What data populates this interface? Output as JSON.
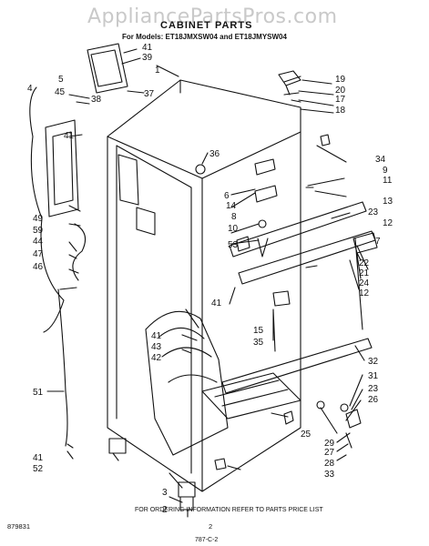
{
  "header": {
    "watermark": "AppliancePartsPros.com",
    "title": "CABINET PARTS",
    "subtitle": "For Models: ET18JMXSW04 and ET18JMYSW04"
  },
  "footer": {
    "note": "FOR ORDERING INFORMATION REFER TO PARTS PRICE LIST",
    "ref_code": "879831",
    "page_number": "2",
    "doc_code": "787-C-2"
  },
  "callouts": [
    {
      "id": "c1",
      "text": "1"
    },
    {
      "id": "c2",
      "text": "2"
    },
    {
      "id": "c3",
      "text": "3"
    },
    {
      "id": "c4",
      "text": "4"
    },
    {
      "id": "c5",
      "text": "5"
    },
    {
      "id": "c6",
      "text": "6"
    },
    {
      "id": "c7",
      "text": "7"
    },
    {
      "id": "c8",
      "text": "8"
    },
    {
      "id": "c9",
      "text": "9"
    },
    {
      "id": "c10",
      "text": "10"
    },
    {
      "id": "c11",
      "text": "11"
    },
    {
      "id": "c12a",
      "text": "12"
    },
    {
      "id": "c12b",
      "text": "12"
    },
    {
      "id": "c13",
      "text": "13"
    },
    {
      "id": "c14",
      "text": "14"
    },
    {
      "id": "c15",
      "text": "15"
    },
    {
      "id": "c17",
      "text": "17"
    },
    {
      "id": "c18",
      "text": "18"
    },
    {
      "id": "c19",
      "text": "19"
    },
    {
      "id": "c20",
      "text": "20"
    },
    {
      "id": "c21",
      "text": "21"
    },
    {
      "id": "c22",
      "text": "22"
    },
    {
      "id": "c23a",
      "text": "23"
    },
    {
      "id": "c23b",
      "text": "23"
    },
    {
      "id": "c24",
      "text": "24"
    },
    {
      "id": "c25",
      "text": "25"
    },
    {
      "id": "c26",
      "text": "26"
    },
    {
      "id": "c27",
      "text": "27"
    },
    {
      "id": "c28",
      "text": "28"
    },
    {
      "id": "c29",
      "text": "29"
    },
    {
      "id": "c31",
      "text": "31"
    },
    {
      "id": "c32",
      "text": "32"
    },
    {
      "id": "c33",
      "text": "33"
    },
    {
      "id": "c34",
      "text": "34"
    },
    {
      "id": "c35",
      "text": "35"
    },
    {
      "id": "c36",
      "text": "36"
    },
    {
      "id": "c37",
      "text": "37"
    },
    {
      "id": "c38",
      "text": "38"
    },
    {
      "id": "c39",
      "text": "39"
    },
    {
      "id": "c41a",
      "text": "41"
    },
    {
      "id": "c41b",
      "text": "41"
    },
    {
      "id": "c41c",
      "text": "41"
    },
    {
      "id": "c41d",
      "text": "41"
    },
    {
      "id": "c41e",
      "text": "41"
    },
    {
      "id": "c42",
      "text": "42"
    },
    {
      "id": "c43",
      "text": "43"
    },
    {
      "id": "c44",
      "text": "44"
    },
    {
      "id": "c45",
      "text": "45"
    },
    {
      "id": "c46",
      "text": "46"
    },
    {
      "id": "c47",
      "text": "47"
    },
    {
      "id": "c49",
      "text": "49"
    },
    {
      "id": "c51",
      "text": "51"
    },
    {
      "id": "c52",
      "text": "52"
    },
    {
      "id": "c53",
      "text": "53"
    },
    {
      "id": "c59",
      "text": "59"
    }
  ]
}
